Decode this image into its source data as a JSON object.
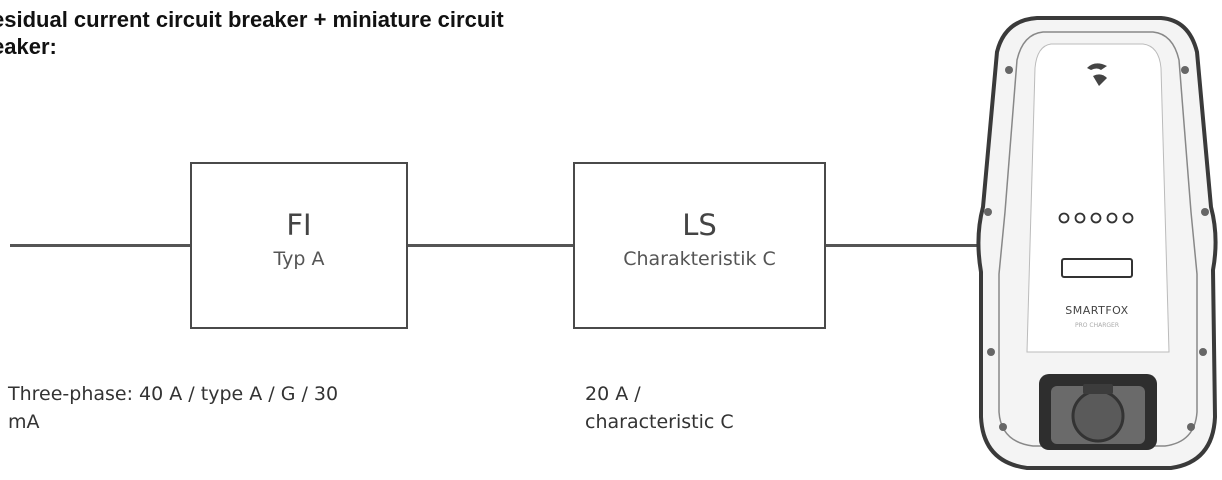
{
  "title": "esidual current circuit breaker + miniature circuit\neaker:",
  "fi_box": {
    "main": "FI",
    "sub": "Typ A"
  },
  "ls_box": {
    "main": "LS",
    "sub": "Charakteristik C"
  },
  "fi_note": {
    "line1": "Three-phase: 40 A / type A / G / 30",
    "line2": "mA"
  },
  "ls_note": {
    "line1": "20 A /",
    "line2": "characteristic C"
  },
  "charger": {
    "brand": "SMARTFOX",
    "model": "PRO CHARGER",
    "led_count": 5
  },
  "colors": {
    "line": "#555555",
    "box_border": "#4a4a4a",
    "charger_body": "#f4f4f4",
    "charger_edge": "#3a3a3a",
    "socket": "#555555"
  }
}
